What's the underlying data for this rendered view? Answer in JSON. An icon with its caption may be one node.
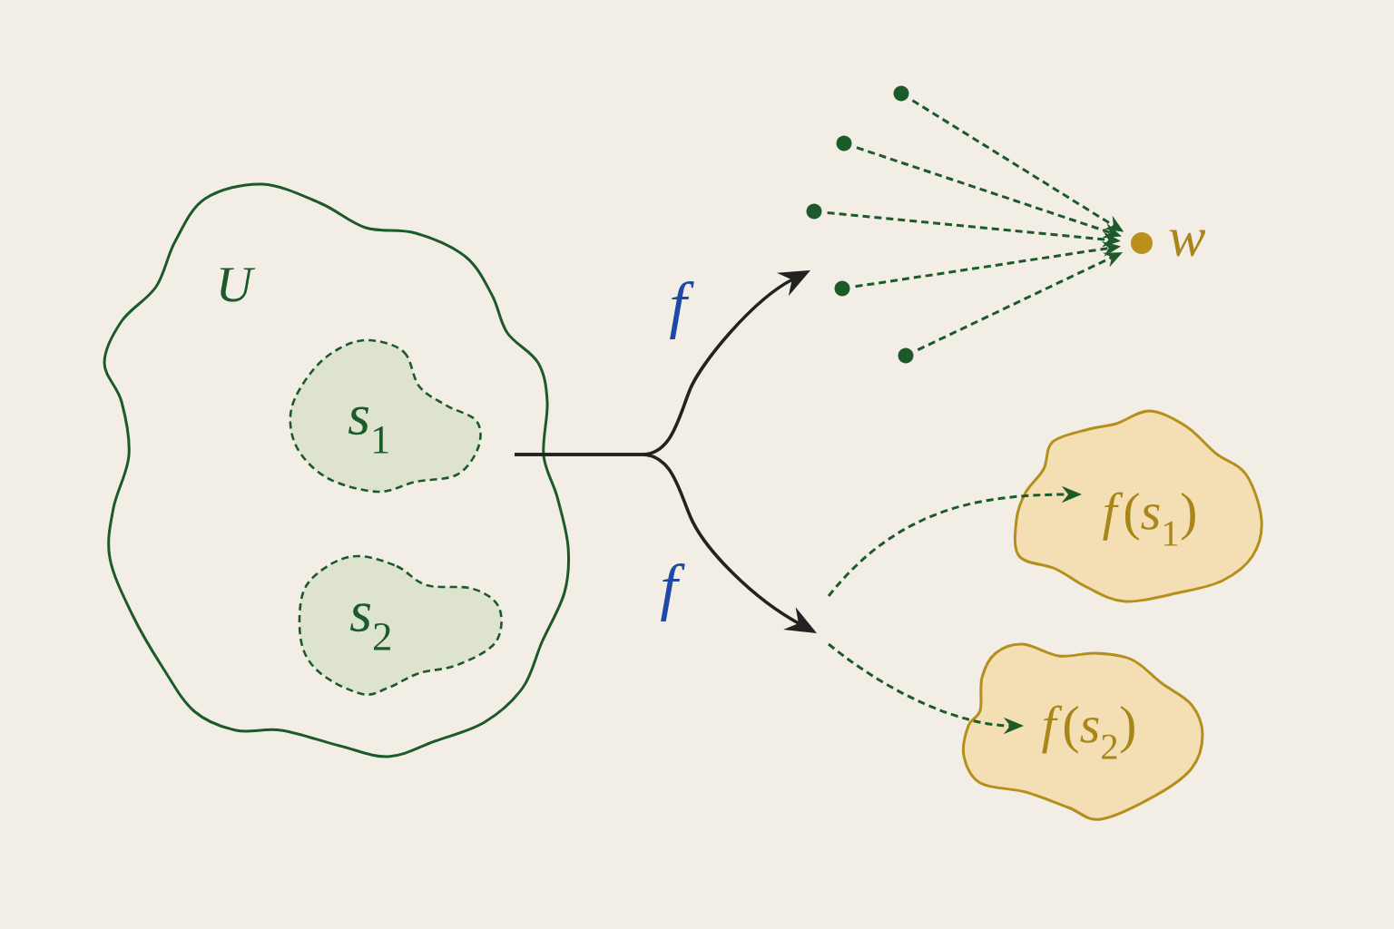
{
  "diagram": {
    "nodes": [
      {
        "text": [
          "U"
        ]
      },
      {
        "text": [
          "*s*$_{1}$"
        ],
        "in": 0
      },
      {
        "text": [
          "*s*$_{2}$"
        ],
        "in": 0
      },
      {
        "text": [],
        "shape": "circle"
      },
      {
        "text": [],
        "shape": "circle"
      },
      {
        "text": [],
        "shape": "circle"
      },
      {
        "text": [],
        "shape": "circle"
      },
      {
        "text": [],
        "shape": "circle"
      },
      {
        "text": [],
        "shape": "circle",
        "beside": [
          "w"
        ]
      },
      {
        "text": [
          "*f*(*s*$_{1}$)"
        ]
      },
      {
        "text": [
          "*f*(*s*$_{2}$)"
        ]
      }
    ],
    "edges": [
      {
        "from": 0,
        "to": null,
        "arrow": "to",
        "label": "f",
        "color": "#222222"
      },
      {
        "from": 0,
        "to": null,
        "arrow": "to",
        "label": "f",
        "color": "#222222"
      },
      {
        "from": 3,
        "to": 8,
        "arrow": "to",
        "style": "dashed"
      },
      {
        "from": 4,
        "to": 8,
        "arrow": "to",
        "style": "dashed"
      },
      {
        "from": 5,
        "to": 8,
        "arrow": "to",
        "style": "dashed"
      },
      {
        "from": 6,
        "to": 8,
        "arrow": "to",
        "style": "dashed"
      },
      {
        "from": 7,
        "to": 8,
        "arrow": "to",
        "style": "dashed"
      },
      {
        "from": null,
        "to": 9,
        "arrow": "to",
        "style": "dashed"
      },
      {
        "from": null,
        "to": 10,
        "arrow": "to",
        "style": "dashed"
      }
    ]
  }
}
